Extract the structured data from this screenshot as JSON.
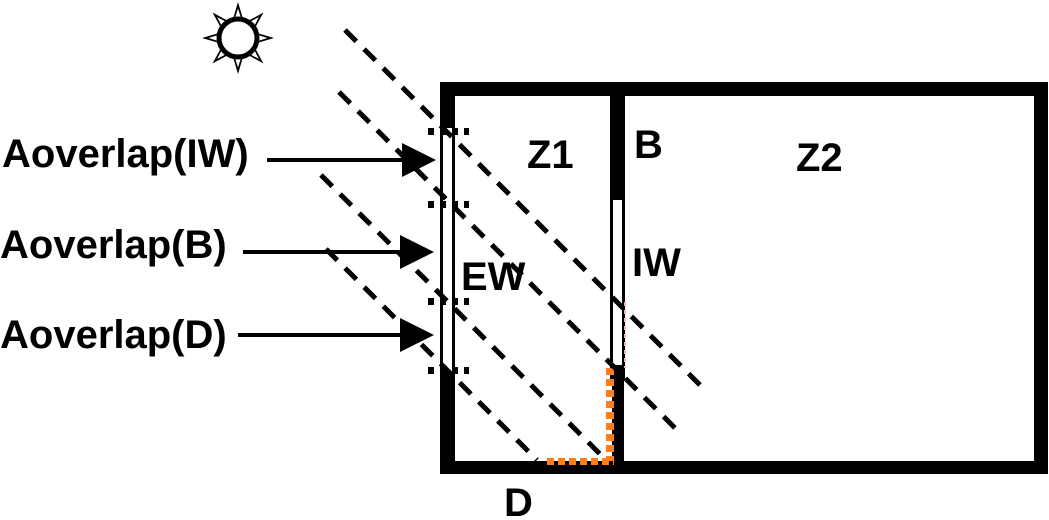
{
  "figure": {
    "overlap_labels": {
      "iw": "Aoverlap(IW)",
      "b": "Aoverlap(B)",
      "d": "Aoverlap(D)"
    },
    "zone_labels": {
      "z1": "Z1",
      "z2": "Z2"
    },
    "surface_labels": {
      "ew": "EW",
      "iw": "IW",
      "b": "B",
      "d": "D"
    },
    "icons": {
      "sun": "sun-icon"
    },
    "colors": {
      "line": "#000000",
      "overlap_highlight": "#FF7D1C",
      "background": "#FFFFFF"
    }
  }
}
